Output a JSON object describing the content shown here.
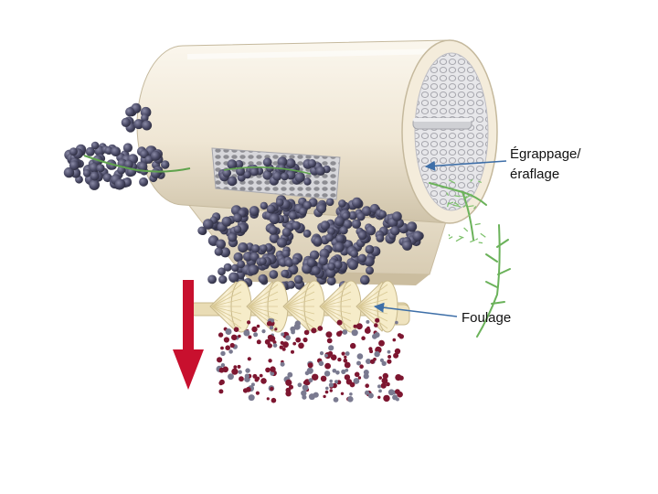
{
  "labels": {
    "destemming_line1": "Égrappage/",
    "destemming_line2": "éraflage",
    "crushing": "Foulage"
  },
  "icons": {
    "machine": "destemmer-drum-icon",
    "grapes": "grape-berry-icon",
    "stems": "grape-stem-icon",
    "rollers": "crusher-roller-icon",
    "direction": "down-arrow-icon"
  },
  "colors": {
    "drum": "#efe6d4",
    "mesh": "#b9b9bd",
    "berry": "#4a4a66",
    "stem": "#5fa34d",
    "roller": "#f3e6bf",
    "juice": "#7d1630",
    "arrow": "#c8102e",
    "pointer": "#3e6fa8"
  }
}
